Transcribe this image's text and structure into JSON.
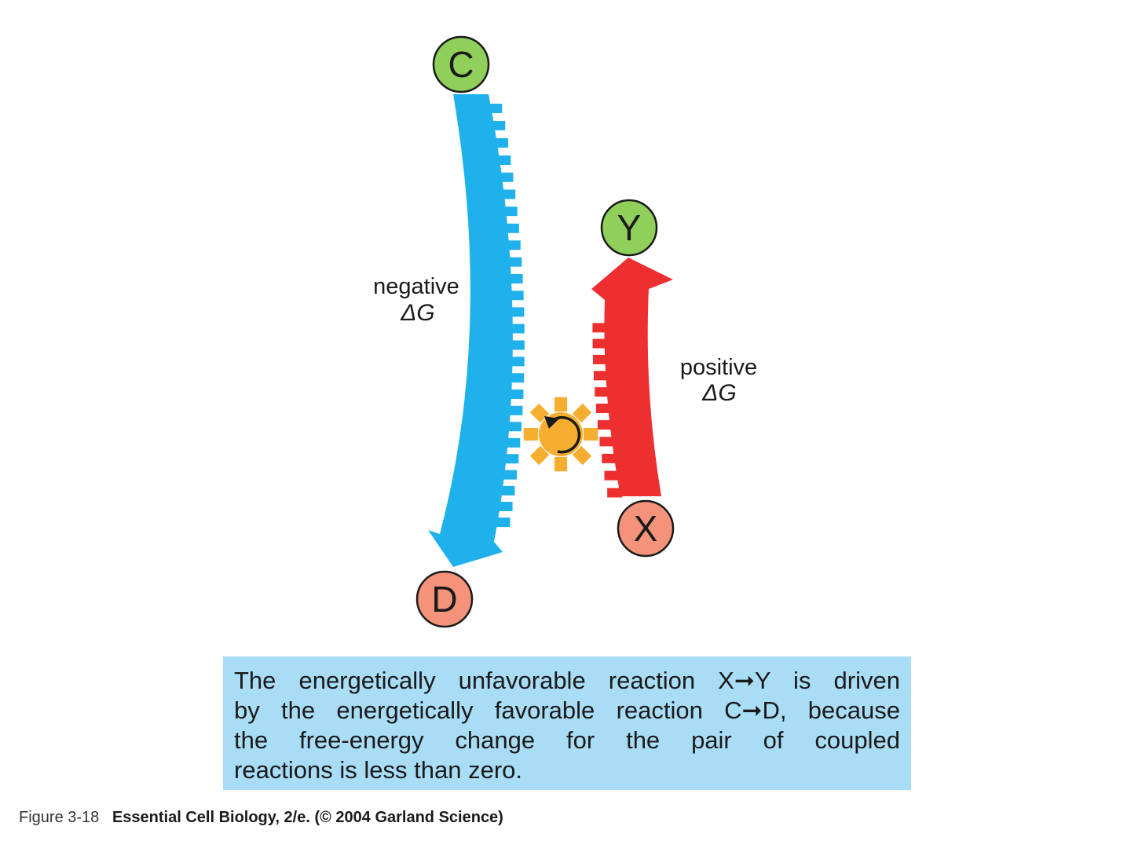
{
  "nodes": {
    "c": "C",
    "d": "D",
    "x": "X",
    "y": "Y"
  },
  "labels": {
    "negative_word": "negative",
    "negative_symbol": "ΔG",
    "positive_word": "positive",
    "positive_symbol": "ΔG"
  },
  "caption": {
    "line1": "The energetically unfavorable reaction X➞Y is driven",
    "line2": "by the energetically favorable reaction C➞D, because",
    "line3": "the free-energy change for the pair of coupled",
    "line4": "reactions is less than zero."
  },
  "credit": {
    "figure_number": "Figure 3-18",
    "source": "Essential Cell Biology, 2/e. (© 2004 Garland Science)"
  },
  "colors": {
    "blue_arrow": "#1fb1ec",
    "red_arrow": "#ee2f2f",
    "gear": "#f5ae30",
    "green_node": "#8fcf5a",
    "salmon_node": "#f4937a",
    "caption_bg": "#a9dcf5"
  },
  "icons": [
    "gear-icon",
    "rotation-arrow-icon"
  ]
}
